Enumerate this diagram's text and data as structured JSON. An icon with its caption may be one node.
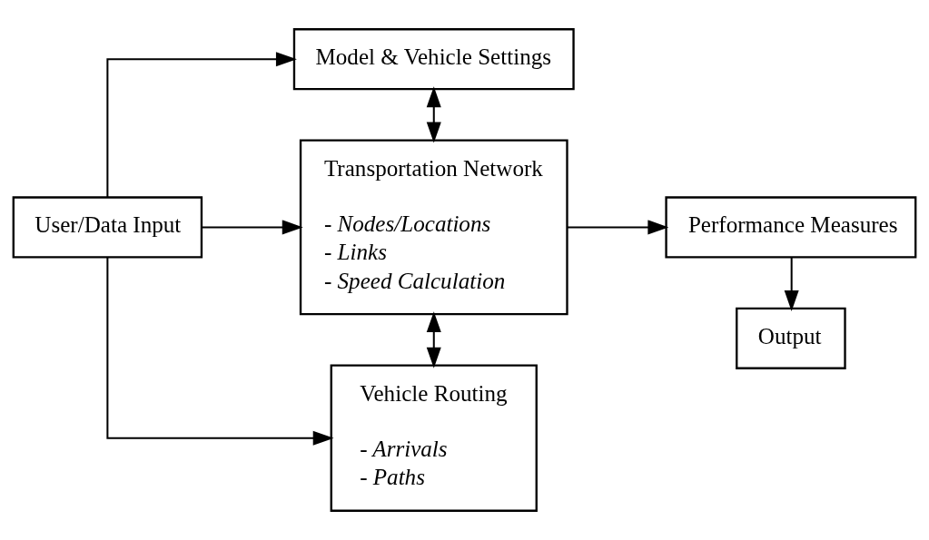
{
  "diagram": {
    "nodes": [
      {
        "text": [
          "User/Data Input"
        ]
      },
      {
        "text": [
          "Model & Vehicle Settings"
        ]
      },
      {
        "text": [
          "Transportation Network",
          "- Nodes/Locations",
          "- Links",
          "- Speed Calculation"
        ]
      },
      {
        "text": [
          "Vehicle Routing",
          "- Arrivals",
          "- Paths"
        ]
      },
      {
        "text": [
          "Performance Measures"
        ]
      },
      {
        "text": [
          "Output"
        ]
      }
    ],
    "edges": [
      {
        "from": 0,
        "to": 1,
        "arrow": "to"
      },
      {
        "from": 0,
        "to": 2,
        "arrow": "to"
      },
      {
        "from": 0,
        "to": 3,
        "arrow": "to"
      },
      {
        "from": 1,
        "to": 2,
        "arrow": "both"
      },
      {
        "from": 2,
        "to": 3,
        "arrow": "both"
      },
      {
        "from": 2,
        "to": 4,
        "arrow": "to"
      },
      {
        "from": 4,
        "to": 5,
        "arrow": "to"
      }
    ]
  }
}
